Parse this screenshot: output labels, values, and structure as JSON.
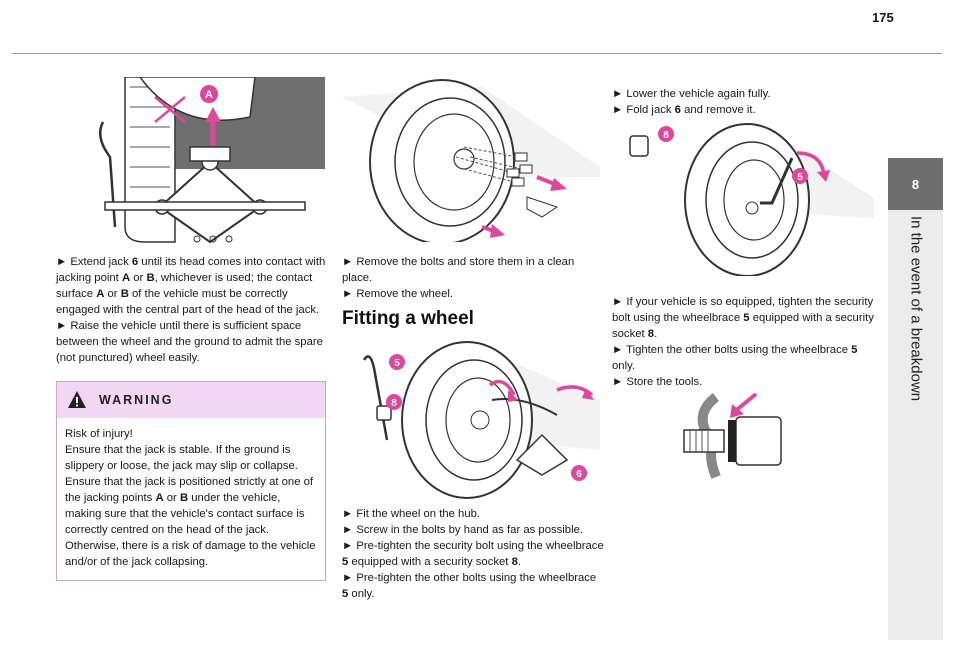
{
  "header": {
    "page_number": "175"
  },
  "side_tab": {
    "chapter_number": "8",
    "chapter_title": "In the event of a breakdown"
  },
  "figures": {
    "jack_labels": {
      "a": "A"
    },
    "wheel_labels": {
      "five": "5",
      "eight": "8",
      "six": "6"
    },
    "tighten_labels": {
      "eight": "8",
      "five": "5"
    }
  },
  "col1": {
    "para1": [
      {
        "t": "► Extend jack "
      },
      {
        "b": "6"
      },
      {
        "t": " until its head comes into contact with jacking point "
      },
      {
        "b": "A"
      },
      {
        "t": " or "
      },
      {
        "b": "B"
      },
      {
        "t": ", whichever is used; the contact surface "
      },
      {
        "b": "A"
      },
      {
        "t": " or "
      },
      {
        "b": "B"
      },
      {
        "t": " of the vehicle must be correctly engaged with the central part of the head of the jack."
      }
    ],
    "para2": "► Raise the vehicle until there is sufficient space between the wheel and the ground to admit the spare (not punctured) wheel easily.",
    "warning": {
      "title": "WARNING",
      "line1": "Risk of injury!",
      "line2": "Ensure that the jack is stable. If the ground is slippery or loose, the jack may slip or collapse.",
      "line3_parts": [
        {
          "t": "Ensure that the jack is positioned strictly at one of the jacking points "
        },
        {
          "b": "A"
        },
        {
          "t": " or "
        },
        {
          "b": "B"
        },
        {
          "t": " under the vehicle, making sure that the vehicle's contact surface is correctly centred on the head of the jack. Otherwise, there is a risk of damage to the vehicle and/or of the jack collapsing."
        }
      ]
    }
  },
  "col2": {
    "para1": "► Remove the bolts and store them in a clean place.",
    "para2": "► Remove the wheel.",
    "section_title": "Fitting a wheel",
    "steps": [
      [
        {
          "t": "► Fit the wheel on the hub."
        }
      ],
      [
        {
          "t": "► Screw in the bolts by hand as far as possible."
        }
      ],
      [
        {
          "t": "► Pre-tighten the security bolt using the wheelbrace "
        },
        {
          "b": "5"
        },
        {
          "t": " equipped with a security socket "
        },
        {
          "b": "8"
        },
        {
          "t": "."
        }
      ],
      [
        {
          "t": "► Pre-tighten the other bolts using the wheelbrace "
        },
        {
          "b": "5"
        },
        {
          "t": " only."
        }
      ]
    ]
  },
  "col3": {
    "top_steps": [
      [
        {
          "t": "► Lower the vehicle again fully."
        }
      ],
      [
        {
          "t": "► Fold jack "
        },
        {
          "b": "6"
        },
        {
          "t": " and remove it."
        }
      ]
    ],
    "steps": [
      [
        {
          "t": "► If your vehicle is so equipped, tighten the security bolt using the wheelbrace "
        },
        {
          "b": "5"
        },
        {
          "t": " equipped with a security socket "
        },
        {
          "b": "8"
        },
        {
          "t": "."
        }
      ],
      [
        {
          "t": "► Tighten the other bolts using the wheelbrace "
        },
        {
          "b": "5"
        },
        {
          "t": " only."
        }
      ],
      [
        {
          "t": "► Store the tools."
        }
      ]
    ]
  },
  "colors": {
    "accent": "#e0479b",
    "tab": "#6e6e6e",
    "warn_bg": "#f3d6f4"
  }
}
